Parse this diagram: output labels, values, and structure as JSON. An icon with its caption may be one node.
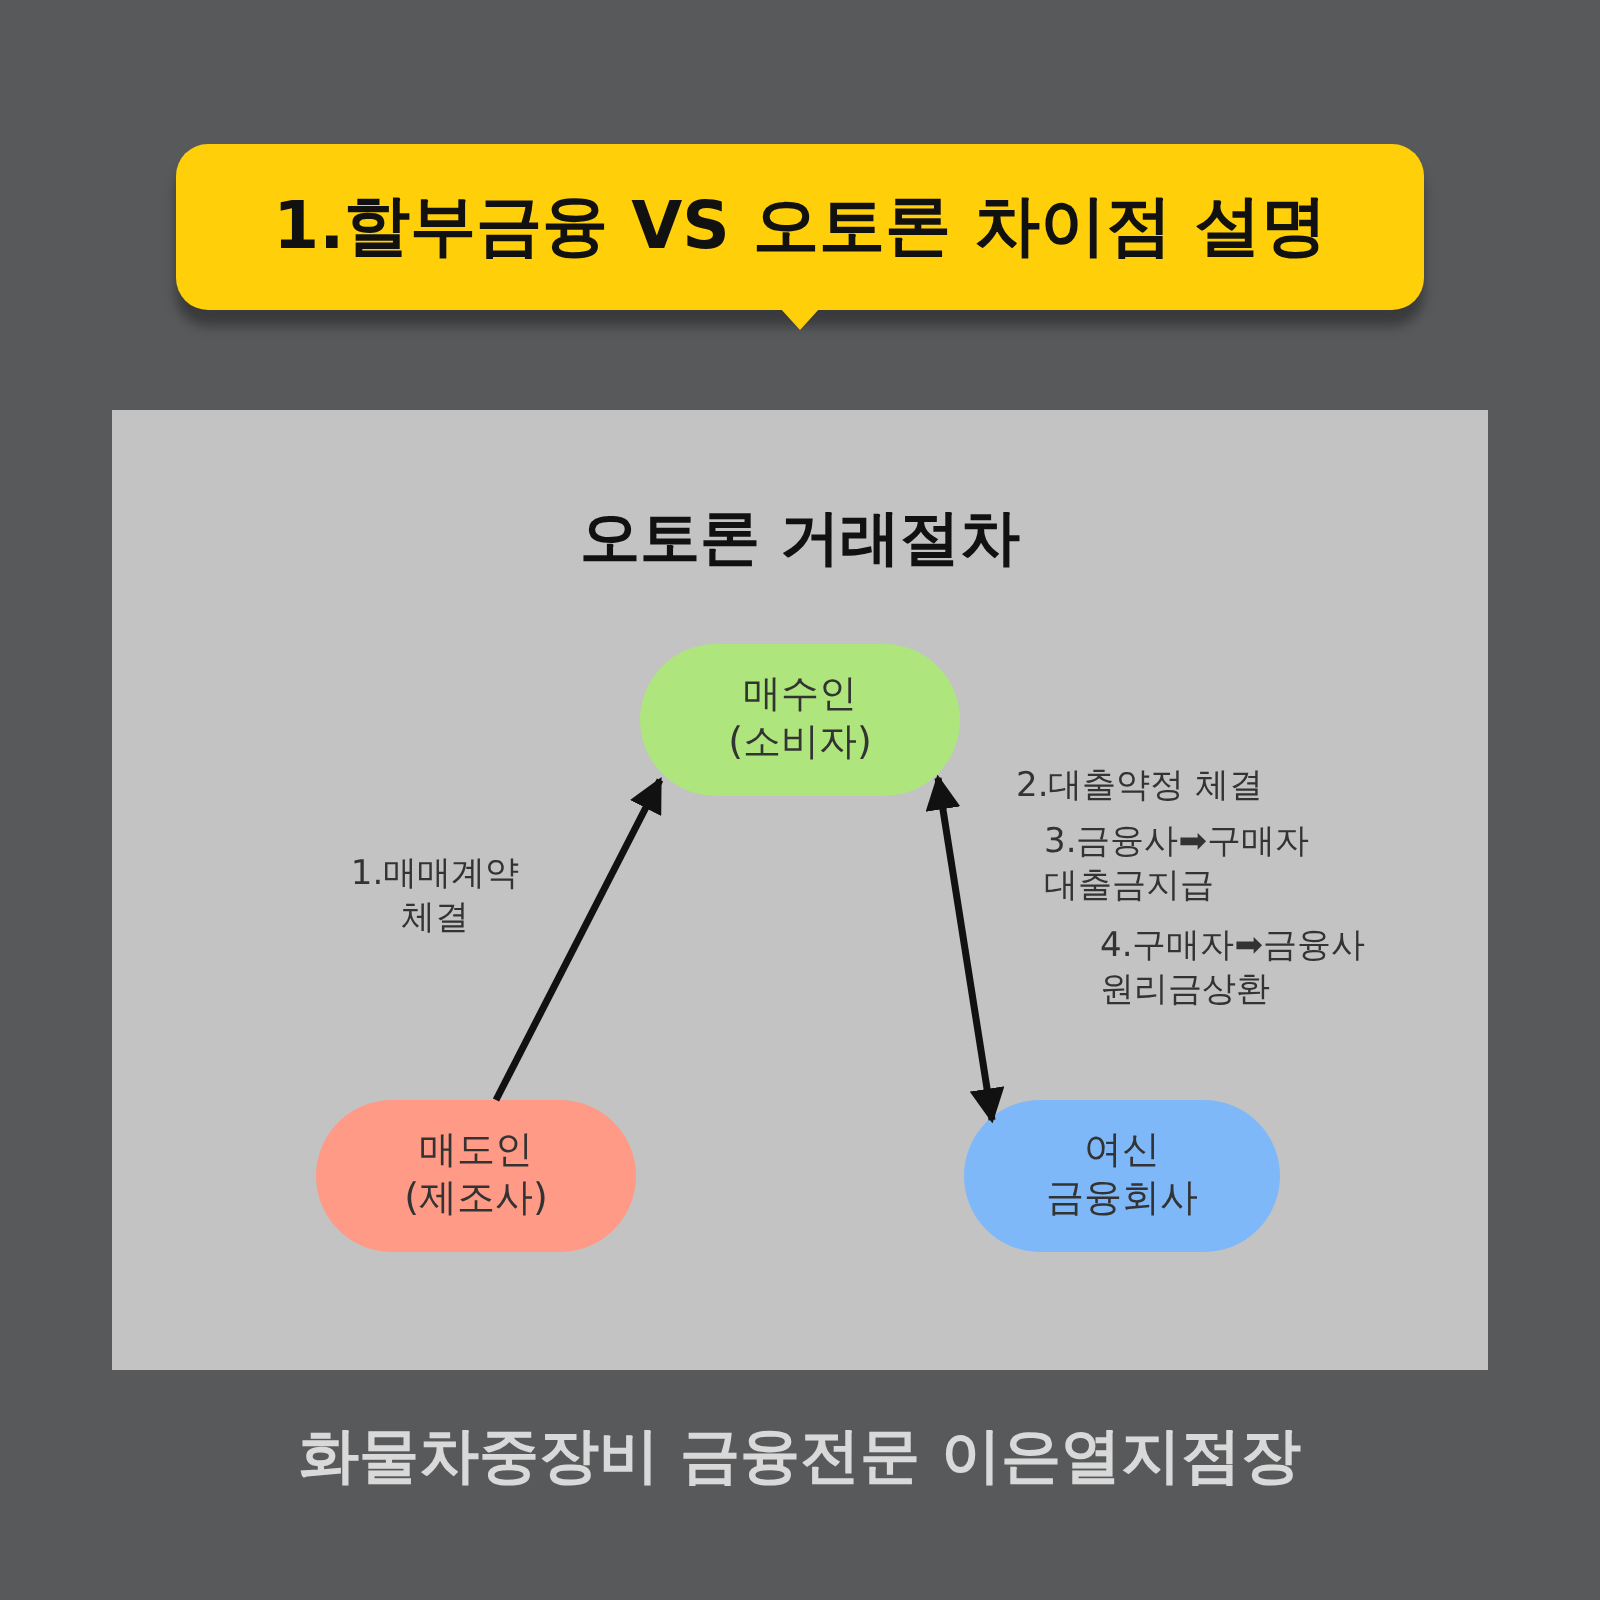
{
  "diagram": {
    "title": "1.할부금융 VS 오토론 차이점 설명",
    "caption": "화물차중장비 금융전문 이은열지점장",
    "nodes": [
      {
        "text": [
          "오토론 거래절차"
        ]
      },
      {
        "text": [
          "매수인 (소비자)"
        ],
        "in": 0
      },
      {
        "text": [
          "매도인 (제조사)"
        ],
        "in": 0
      },
      {
        "text": [
          "여신 금융회사"
        ],
        "in": 0
      }
    ],
    "edges": [
      {
        "from": 2,
        "to": 1,
        "arrow": "to",
        "label": "1.매매계약 체결"
      },
      {
        "from": 1,
        "to": 3,
        "arrow": "both",
        "label": "2.대출약정 체결"
      }
    ],
    "labels": [
      "3.금융사➡구매자 대출금지급",
      "4.구매자➡금융사 원리금상환"
    ]
  }
}
